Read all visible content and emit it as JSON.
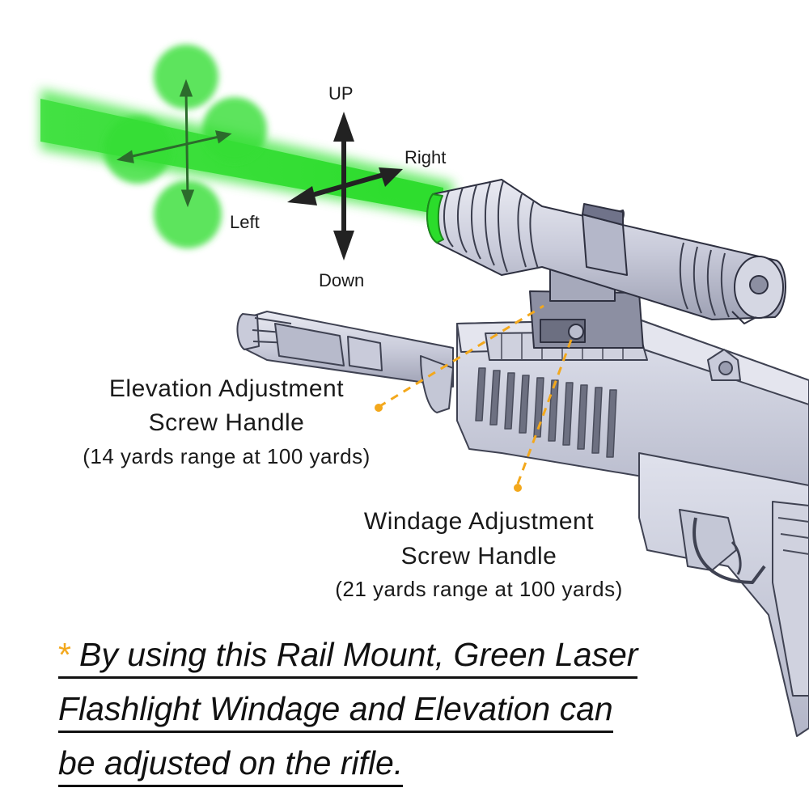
{
  "directions": {
    "up": "UP",
    "down": "Down",
    "left": "Left",
    "right": "Right"
  },
  "elevation": {
    "title_line1": "Elevation Adjustment",
    "title_line2": "Screw Handle",
    "range": "(14 yards range at 100 yards)"
  },
  "windage": {
    "title_line1": "Windage Adjustment",
    "title_line2": "Screw Handle",
    "range": "(21 yards range at 100 yards)"
  },
  "note": {
    "marker": "*",
    "line1": "By using this Rail Mount, Green Laser",
    "line2": "Flashlight Windage and Elevation can",
    "line3": "be adjusted on the rifle."
  },
  "colors": {
    "laser_green": "#22dd22",
    "laser_glow": "#7cf27c",
    "leader_orange": "#f3a81c",
    "metal_light": "#d8dae6",
    "metal_mid": "#b9bccd",
    "metal_dark": "#5a5d6e"
  }
}
